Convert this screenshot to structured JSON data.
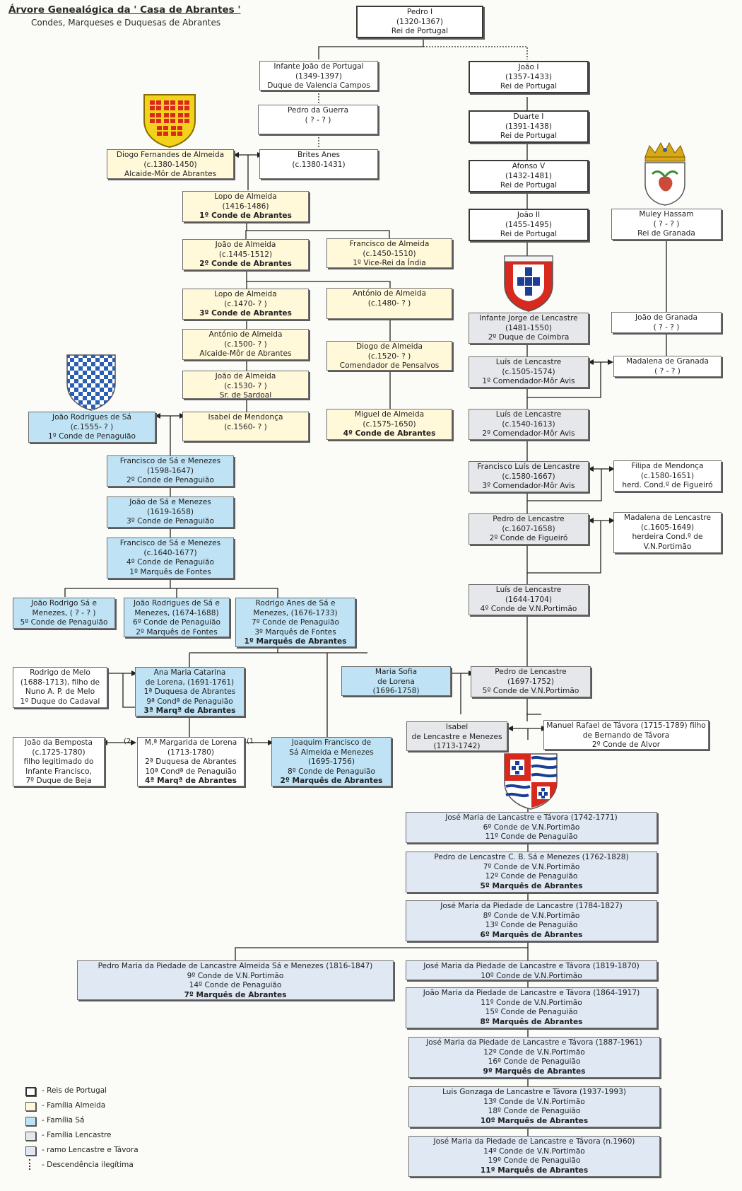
{
  "header": {
    "title": "Árvore Genealógica da ' Casa de Abrantes '",
    "subtitle": "Condes, Marqueses e Duquesas de Abrantes"
  },
  "colors": {
    "reis": "#ffffff",
    "almeida": "#fff8d9",
    "sa": "#bfe3f5",
    "lencastre": "#e6e7ea",
    "lencastre_tavora": "#dfe8f3"
  },
  "nodes": {
    "pedro_i": {
      "lines": [
        "Pedro I",
        "(1320-1367)",
        "Rei de Portugal"
      ]
    },
    "infante_joao": {
      "lines": [
        "Infante João de Portugal",
        "(1349-1397)",
        "Duque de Valencia Campos"
      ]
    },
    "pedro_guerra": {
      "lines": [
        "Pedro da Guerra",
        "( ? - ? )"
      ]
    },
    "brites_anes": {
      "lines": [
        "Brites Anes",
        "(c.1380-1431)"
      ]
    },
    "diogo_fernandes": {
      "lines": [
        "Diogo Fernandes de Almeida",
        "(c.1380-1450)",
        "Alcaide-Môr de Abrantes"
      ]
    },
    "lopo_1": {
      "lines": [
        "Lopo de Almeida",
        "(1416-1486)"
      ],
      "bold": "1º Conde de Abrantes"
    },
    "joao_alm_1": {
      "lines": [
        "João de Almeida",
        "(c.1445-1512)"
      ],
      "bold": "2º Conde de Abrantes"
    },
    "francisco_alm": {
      "lines": [
        "Francisco de Almeida",
        "(c.1450-1510)",
        "1º Vice-Rei da Índia"
      ]
    },
    "lopo_2": {
      "lines": [
        "Lopo de Almeida",
        "(c.1470- ? )"
      ],
      "bold": "3º Conde de Abrantes"
    },
    "antonio_alm_1": {
      "lines": [
        "António de Almeida",
        "(c.1480- ? )"
      ]
    },
    "antonio_alm_2": {
      "lines": [
        "António de Almeida",
        "(c.1500- ? )",
        "Alcaide-Môr de Abrantes"
      ]
    },
    "diogo_alm": {
      "lines": [
        "Diogo de Almeida",
        "(c.1520- ? )",
        "Comendador de Pensalvos"
      ]
    },
    "joao_alm_2": {
      "lines": [
        "João de Almeida",
        "(c.1530- ? )",
        "Sr. de Sardoal"
      ]
    },
    "isabel_mendonca": {
      "lines": [
        "Isabel de Mendonça",
        "(c.1560- ? )"
      ]
    },
    "miguel_alm": {
      "lines": [
        "Miguel de Almeida",
        "(c.1575-1650)"
      ],
      "bold": "4º Conde de Abrantes"
    },
    "joao_rodrigues_sa": {
      "lines": [
        "João Rodrigues de Sá",
        "(c.1555- ? )",
        "1º Conde de Penaguião"
      ]
    },
    "francisco_sa_1": {
      "lines": [
        "Francisco de Sá e Menezes",
        "(1598-1647)",
        "2º Conde de Penaguião"
      ]
    },
    "joao_sa": {
      "lines": [
        "João de Sá e Menezes",
        "(1619-1658)",
        "3º Conde de Penaguião"
      ]
    },
    "francisco_sa_2": {
      "lines": [
        "Francisco de Sá e Menezes",
        "(c.1640-1677)",
        "4º Conde de Penaguião",
        "1º Marquês de Fontes"
      ]
    },
    "joao_rodrigo_sa": {
      "lines": [
        "João Rodrigo Sá e",
        "Menezes, ( ? - ? )",
        "5º Conde de Penaguião"
      ]
    },
    "joao_rodrigues_sa_2": {
      "lines": [
        "João Rodrigues de Sá e",
        "Menezes, (1674-1688)",
        "6º Conde de Penaguião",
        "2º Marquês de Fontes"
      ]
    },
    "rodrigo_anes": {
      "lines": [
        "Rodrigo Anes de Sá e",
        "Menezes, (1676-1733)",
        "7º Conde de Penaguião",
        "3º Marquês de Fontes"
      ],
      "bold": "1º Marquês de Abrantes"
    },
    "rodrigo_melo": {
      "lines": [
        "Rodrigo de Melo",
        "(1688-1713), filho de",
        "Nuno A. P. de Melo",
        "1º Duque do Cadaval"
      ]
    },
    "ana_maria": {
      "lines": [
        "Ana Maria Catarina",
        "de Lorena, (1691-1761)",
        "1ª Duquesa de Abrantes",
        "9ª Condª de Penaguião"
      ],
      "bold": "3ª Marqª de Abrantes"
    },
    "maria_sofia": {
      "lines": [
        "Maria Sofia",
        "de Lorena",
        "(1696-1758)"
      ]
    },
    "joao_bemposta": {
      "lines": [
        "João da Bemposta",
        "(c.1725-1780)",
        "filho legitimado do",
        "Infante Francisco,",
        "7º Duque de Beja"
      ]
    },
    "margarida": {
      "lines": [
        "M.ª Margarida de Lorena",
        "(1713-1780)",
        "2ª Duquesa de Abrantes",
        "10ª Condª de Penaguião"
      ],
      "bold": "4ª Marqª de Abrantes"
    },
    "joaquim": {
      "lines": [
        "Joaquim Francisco de",
        "Sá Almeida e Menezes",
        "(1695-1756)",
        "8º Conde de Penaguião"
      ],
      "bold": "2º Marquês de Abrantes"
    },
    "joao_i": {
      "lines": [
        "João I",
        "(1357-1433)",
        "Rei de Portugal"
      ]
    },
    "duarte_i": {
      "lines": [
        "Duarte I",
        "(1391-1438)",
        "Rei de Portugal"
      ]
    },
    "afonso_v": {
      "lines": [
        "Afonso V",
        "(1432-1481)",
        "Rei de Portugal"
      ]
    },
    "joao_ii": {
      "lines": [
        "João II",
        "(1455-1495)",
        "Rei de Portugal"
      ]
    },
    "muley": {
      "lines": [
        "Muley Hassam",
        "( ? - ? )",
        "Rei de Granada"
      ]
    },
    "jorge": {
      "lines": [
        "Infante Jorge de Lencastre",
        "(1481-1550)",
        "2º Duque de Coimbra"
      ]
    },
    "joao_granada": {
      "lines": [
        "João de Granada",
        "( ? - ? )"
      ]
    },
    "luis_1": {
      "lines": [
        "Luís de Lencastre",
        "(c.1505-1574)",
        "1º Comendador-Môr Avis"
      ]
    },
    "madalena_granada": {
      "lines": [
        "Madalena de Granada",
        "( ? - ? )"
      ]
    },
    "luis_2": {
      "lines": [
        "Luís de Lencastre",
        "(c.1540-1613)",
        "2º Comendador-Môr Avis"
      ]
    },
    "francisco_luis": {
      "lines": [
        "Francisco Luís de Lencastre",
        "(c.1580-1667)",
        "3º Comendador-Môr Avis"
      ]
    },
    "filipa": {
      "lines": [
        "Filipa de Mendonça",
        "(c.1580-1651)",
        "herd. Cond.º de Figueiró"
      ]
    },
    "pedro_lenc_1": {
      "lines": [
        "Pedro de Lencastre",
        "(c.1607-1658)",
        "2º Conde de Figueiró"
      ]
    },
    "madalena_lenc": {
      "lines": [
        "Madalena de Lencastre",
        "(c.1605-1649)",
        "herdeira Cond.º de",
        "V.N.Portimão"
      ]
    },
    "luis_3": {
      "lines": [
        "Luís de Lencastre",
        "(1644-1704)",
        "4º Conde de V.N.Portimão"
      ]
    },
    "pedro_lenc_2": {
      "lines": [
        "Pedro de Lencastre",
        "(1697-1752)",
        "5º Conde de V.N.Portimão"
      ]
    },
    "isabel_lenc": {
      "lines": [
        "Isabel",
        "de Lencastre e Menezes",
        "(1713-1742)"
      ]
    },
    "manuel_rafael": {
      "lines": [
        "Manuel Rafael de Távora (1715-1789) filho",
        "de Bernando de Távora",
        "2º Conde de Alvor"
      ]
    },
    "jose_maria_1": {
      "lines": [
        "José Maria de Lancastre e Távora (1742-1771)",
        "6º Conde de V.N.Portimão",
        "11º Conde de Penaguião"
      ]
    },
    "pedro_cbs": {
      "lines": [
        "Pedro de Lencastre C. B. Sá e Menezes (1762-1828)",
        "7º Conde de V.N.Portimão",
        "12º Conde de Penaguião"
      ],
      "bold": "5º Marquês de Abrantes"
    },
    "jose_maria_2": {
      "lines": [
        "José Maria da Piedade de Lancastre (1784-1827)",
        "8º Conde de V.N.Portimão",
        "13º Conde de Penaguião"
      ],
      "bold": "6º Marquês de Abrantes"
    },
    "pedro_maria": {
      "lines": [
        "Pedro Maria da Piedade de Lancastre Almeida Sá e Menezes (1816-1847)",
        "9º Conde de V.N.Portimão",
        "14º Conde de Penaguião"
      ],
      "bold": "7º Marquês de Abrantes"
    },
    "jose_maria_3": {
      "lines": [
        "José Maria da Piedade de Lancastre e Távora (1819-1870)",
        "10º Conde de V.N.Portimão"
      ]
    },
    "joao_maria": {
      "lines": [
        "João Maria da Piedade de Lancastre e Távora (1864-1917)",
        "11º Conde de V.N.Portimão",
        "15º Conde de Penaguião"
      ],
      "bold": "8º Marquês de Abrantes"
    },
    "jose_maria_4": {
      "lines": [
        "José Maria da Piedade de Lancastre e Távora (1887-1961)",
        "12º Conde de V.N.Portimão",
        "16º Conde de Penaguião"
      ],
      "bold": "9º Marquês de Abrantes"
    },
    "luis_gonzaga": {
      "lines": [
        "Luis Gonzaga de Lancastre e Távora (1937-1993)",
        "13º Conde de V.N.Portimão",
        "18º Conde de Penaguião"
      ],
      "bold": "10º Marquês de Abrantes"
    },
    "jose_maria_5": {
      "lines": [
        "José Maria da Piedade de Lancastre e Távora (n.1960)",
        "14º Conde de V.N.Portimão",
        "19º Conde de Penaguião"
      ],
      "bold": "11º Marquês de Abrantes"
    }
  },
  "marriage_marks": {
    "first": "(1",
    "second": "(2"
  },
  "legend": [
    {
      "label": "- Reis de Portugal"
    },
    {
      "label": "- Família Almeida"
    },
    {
      "label": "- Família Sá"
    },
    {
      "label": "- Família Lencastre"
    },
    {
      "label": "- ramo Lencastre e Távora"
    },
    {
      "label": "- Descendência ilegítima"
    }
  ]
}
